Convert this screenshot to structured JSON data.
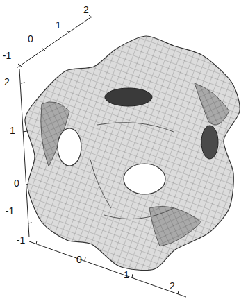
{
  "diagram": {
    "labels": [
      "-1",
      "0",
      "1",
      "2",
      "2",
      "1",
      "0",
      "-1",
      "-1",
      "0",
      "1",
      "2"
    ]
  }
}
